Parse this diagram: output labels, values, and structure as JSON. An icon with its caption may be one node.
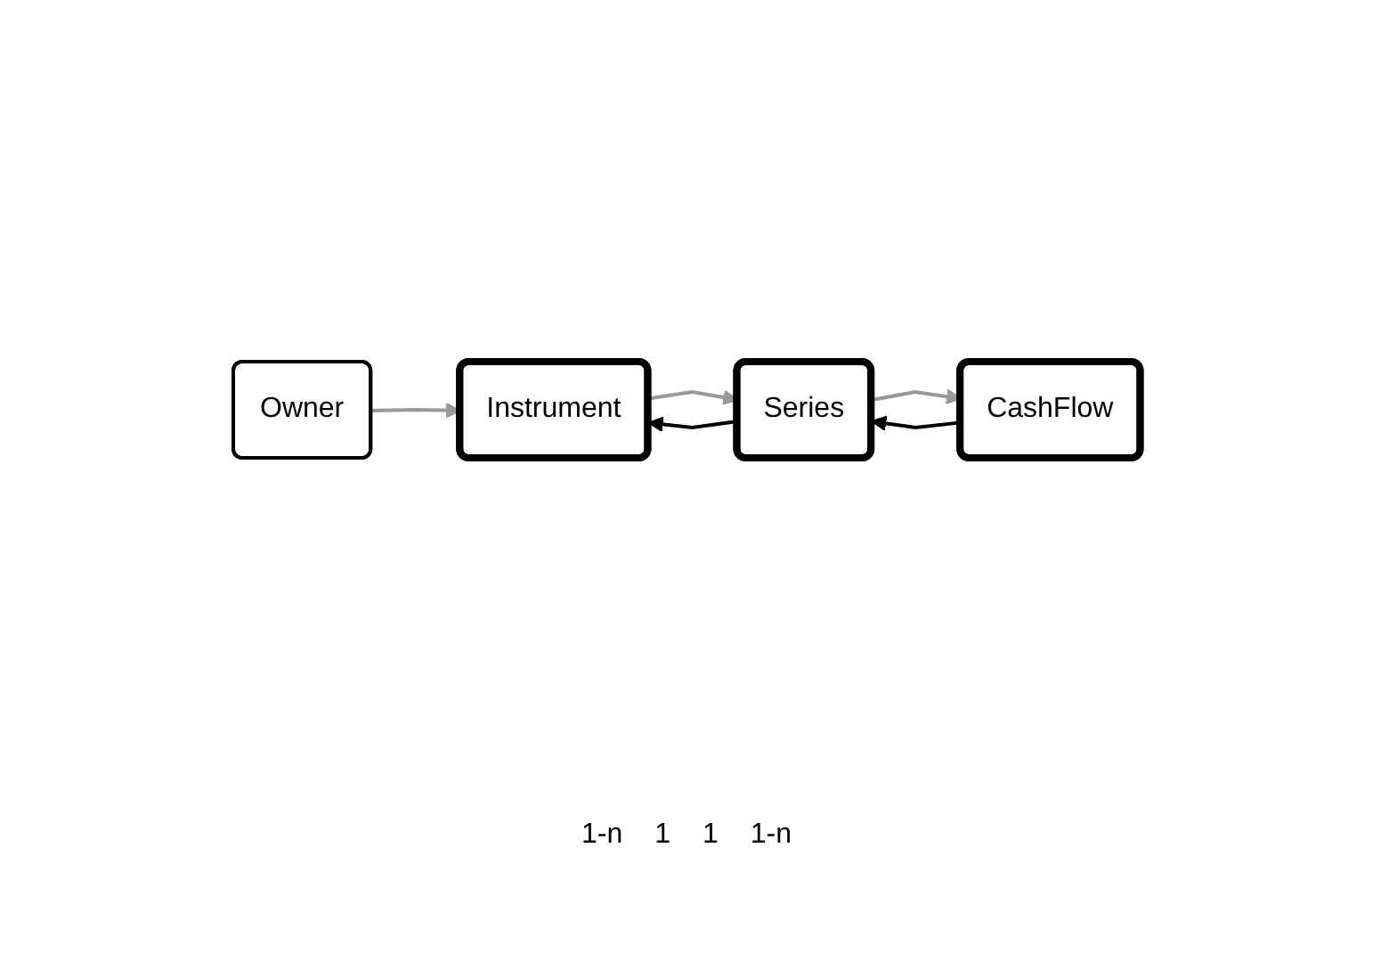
{
  "diagram": {
    "nodes": [
      {
        "text": [
          "Owner"
        ]
      },
      {
        "text": [
          "Instrument"
        ]
      },
      {
        "text": [
          "CashFlow"
        ]
      },
      {
        "text": [
          "Series"
        ]
      }
    ],
    "edges": [
      {
        "from": 0,
        "to": 1,
        "arrow": "to"
      },
      {
        "from": 1,
        "to": 3,
        "arrow": "to"
      },
      {
        "from": 3,
        "to": 1,
        "arrow": "to",
        "color": "#000000"
      },
      {
        "from": 3,
        "to": 2,
        "arrow": "to"
      },
      {
        "from": 2,
        "to": 3,
        "arrow": "to",
        "color": "#000000"
      }
    ],
    "labels": [
      "1-n",
      "1",
      "1",
      "1-n"
    ]
  }
}
